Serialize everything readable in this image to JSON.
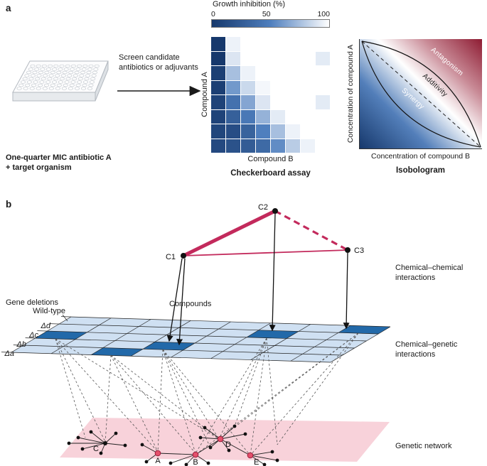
{
  "colors": {
    "scale_low": "#16386c",
    "scale_mid": "#4f7fbe",
    "scale_high": "#ffffff",
    "antagonism_red": "#8e1c33",
    "iso_mid_blue": "#537fba",
    "iso_mid_red": "#c98b97",
    "chem_link": "#c32a5c",
    "plane_blue": "#cfe0f2",
    "dark_cell_blue": "#2269a9",
    "network_pink": "#f8d2da",
    "hub_red": "#e4506b",
    "ink": "#1a1a1a"
  },
  "panel_a": {
    "label": "a",
    "plate_caption_line1": "One-quarter MIC antibiotic A",
    "plate_caption_line2": "+ target organism",
    "arrow_text": "Screen candidate antibiotics or adjuvants",
    "legend_title": "Growth inhibition (%)",
    "legend_ticks": [
      "0",
      "50",
      "100"
    ],
    "checkerboard": {
      "ylabel": "Compound A",
      "xlabel": "Compound B",
      "caption": "Checkerboard assay"
    },
    "isobologram": {
      "ylabel": "Concentration of compound A",
      "xlabel": "Concentration of compound B",
      "caption": "Isobologram",
      "antagonism": "Antagonism",
      "additivity": "Additivity",
      "synergy": "Synergy"
    }
  },
  "panel_b": {
    "label": "b",
    "compounds": [
      "C1",
      "C2",
      "C3"
    ],
    "compounds_label": "Compounds",
    "gene_deletions_label": "Gene deletions",
    "wild_type_label": "Wild-type",
    "deletions": [
      "Δa",
      "Δb",
      "Δc",
      "Δd"
    ],
    "chemical_genetic": {
      "rows": 5,
      "cols": 8,
      "dark_cells": [
        [
          2,
          0
        ],
        [
          3,
          3
        ],
        [
          4,
          2
        ],
        [
          1,
          5
        ],
        [
          0,
          7
        ]
      ]
    },
    "right_labels": {
      "chemical_chemical": "Chemical–chemical interactions",
      "chemical_genetic": "Chemical–genetic interactions",
      "genetic_network": "Genetic network"
    },
    "network_nodes": [
      "C",
      "A",
      "B",
      "D",
      "E"
    ]
  },
  "chart_data": {
    "type": "heatmap",
    "title": "Growth inhibition (%)",
    "xlabel": "Compound B",
    "ylabel": "Compound A",
    "legend_range": [
      0,
      100
    ],
    "colorscale": [
      [
        0,
        "#16386c"
      ],
      [
        50,
        "#4f7fbe"
      ],
      [
        100,
        "#ffffff"
      ]
    ],
    "values": [
      [
        0,
        95,
        100,
        100,
        100,
        100,
        100,
        100
      ],
      [
        0,
        90,
        100,
        100,
        100,
        100,
        100,
        92
      ],
      [
        5,
        75,
        95,
        100,
        100,
        100,
        100,
        100
      ],
      [
        5,
        60,
        85,
        97,
        100,
        100,
        100,
        100
      ],
      [
        8,
        40,
        65,
        90,
        100,
        100,
        100,
        92
      ],
      [
        8,
        28,
        45,
        70,
        92,
        100,
        100,
        100
      ],
      [
        10,
        15,
        30,
        50,
        75,
        95,
        100,
        100
      ],
      [
        12,
        18,
        25,
        35,
        55,
        80,
        95,
        100
      ]
    ]
  }
}
